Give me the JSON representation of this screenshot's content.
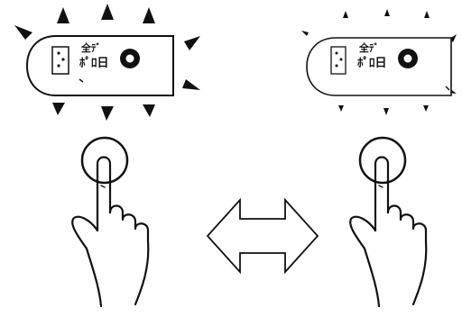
{
  "colors": {
    "ink": "#111111",
    "paper": "#ffffff"
  },
  "left_panel": {
    "state": "active-glow",
    "device": {
      "display_top": "全ﾃﾞ",
      "display_bottom": "ﾎﾟﾛ日"
    }
  },
  "right_panel": {
    "state": "faint-glow",
    "device": {
      "display_top": "全ﾃﾞ",
      "display_bottom": "ﾎﾟﾛ日"
    }
  },
  "center_icon": "double-arrow-icon",
  "hand_icon": "pointing-hand-icon"
}
